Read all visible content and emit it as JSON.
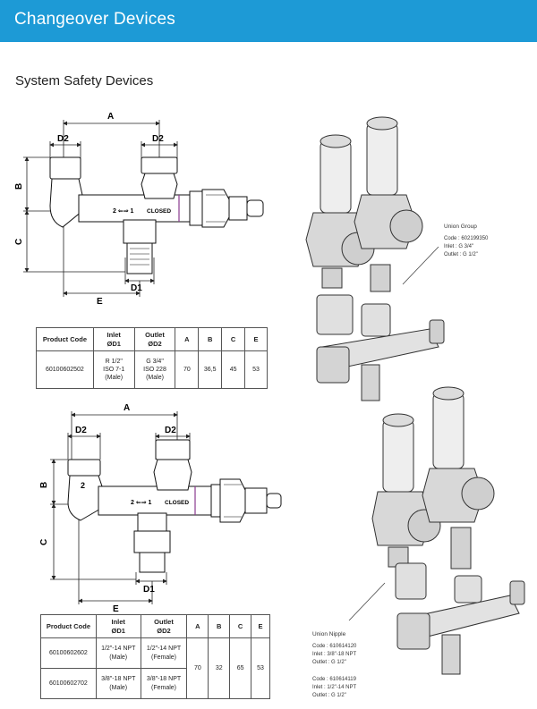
{
  "header": {
    "title": "Changeover Devices"
  },
  "section": {
    "title": "System Safety Devices"
  },
  "diagram1": {
    "dim_a": "A",
    "dim_b": "B",
    "dim_c": "C",
    "dim_d1": "D1",
    "dim_d2_left": "D2",
    "dim_d2_right": "D2",
    "dim_e": "E",
    "arrow_label": "2 ⇐⇒ 1",
    "closed_label": "CLOSED"
  },
  "table1": {
    "headers": [
      "Product Code",
      "Inlet",
      "ØD1",
      "Outlet",
      "ØD2",
      "A",
      "B",
      "C",
      "E"
    ],
    "row": {
      "code": "60100602502",
      "inlet": [
        "R 1/2\"",
        "ISO 7-1",
        "(Male)"
      ],
      "outlet": [
        "G  3/4\"",
        "ISO 228",
        "(Male)"
      ],
      "a": "70",
      "b": "36,5",
      "c": "45",
      "e": "53"
    }
  },
  "diagram2": {
    "dim_a": "A",
    "dim_b": "B",
    "dim_c": "C",
    "dim_d1": "D1",
    "dim_d2_left": "D2",
    "dim_d2_right": "D2",
    "dim_e": "E",
    "num_2": "2",
    "arrow_label": "2 ⇐⇒ 1",
    "closed_label": "CLOSED"
  },
  "table2": {
    "headers": [
      "Product Code",
      "Inlet",
      "ØD1",
      "Outlet",
      "ØD2",
      "A",
      "B",
      "C",
      "E"
    ],
    "rows": [
      {
        "code": "60100602602",
        "inlet": [
          "1/2\"-14 NPT",
          "(Male)"
        ],
        "outlet": [
          "1/2\"-14 NPT",
          "(Female)"
        ]
      },
      {
        "code": "60100602702",
        "inlet": [
          "3/8\"-18 NPT",
          "(Male)"
        ],
        "outlet": [
          "3/8\"-18 NPT",
          "(Female)"
        ]
      }
    ],
    "a": "70",
    "b": "32",
    "c": "65",
    "e": "53"
  },
  "union_group": {
    "title": "Union Group",
    "lines": [
      "Code : 602199350",
      "Inlet : G 3/4\"",
      "Outlet : G 1/2\""
    ]
  },
  "union_nipple": {
    "title": "Union Nipple",
    "items": [
      [
        "Code : 610614120",
        "Inlet : 3/8\"-18 NPT",
        "Outlet : G 1/2\""
      ],
      [
        "Code : 610614119",
        "Inlet : 1/2\"-14 NPT",
        "Outlet : G 1/2\""
      ]
    ]
  }
}
